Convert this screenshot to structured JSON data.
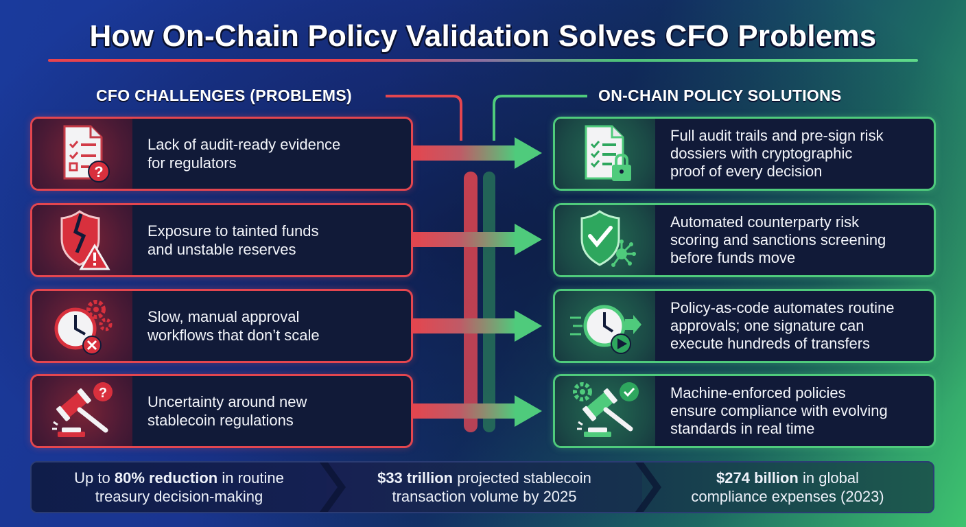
{
  "title": "How On-Chain Policy Validation Solves CFO Problems",
  "left_heading": "CFO CHALLENGES (PROBLEMS)",
  "right_heading": "ON-CHAIN POLICY SOLUTIONS",
  "problems": [
    {
      "icon": "checklist-question-icon",
      "line1": "Lack of audit-ready evidence",
      "line2": "for regulators"
    },
    {
      "icon": "broken-shield-warning-icon",
      "line1": "Exposure to tainted funds",
      "line2": "and unstable reserves"
    },
    {
      "icon": "clock-gears-x-icon",
      "line1": "Slow, manual approval",
      "line2": "workflows that don’t scale"
    },
    {
      "icon": "gavel-question-icon",
      "line1": "Uncertainty around new",
      "line2": "stablecoin regulations"
    }
  ],
  "solutions": [
    {
      "icon": "checklist-lock-icon",
      "line1": "Full audit trails and pre-sign risk",
      "line2": "dossiers with cryptographic",
      "line3": "proof of every decision"
    },
    {
      "icon": "shield-check-network-icon",
      "line1": "Automated counterparty risk",
      "line2": "scoring and sanctions screening",
      "line3": "before funds move"
    },
    {
      "icon": "fast-clock-play-icon",
      "line1": "Policy-as-code automates routine",
      "line2": "approvals; one signature can",
      "line3": "execute hundreds of transfers"
    },
    {
      "icon": "gear-gavel-check-icon",
      "line1": "Machine-enforced policies",
      "line2": "ensure compliance with evolving",
      "line3": "standards in real time"
    }
  ],
  "stats": [
    {
      "pre": "Up to ",
      "bold": "80% reduction",
      "post": " in routine",
      "line2": "treasury decision-making"
    },
    {
      "pre": "",
      "bold": "$33 trillion",
      "post": " projected stablecoin",
      "line2": "transaction volume by 2025"
    },
    {
      "pre": "",
      "bold": "$274 billion",
      "post": " in global",
      "line2": "compliance expenses (2023)"
    }
  ],
  "colors": {
    "problem": "#e4464f",
    "solution": "#4fcb7c",
    "card_bg": "#111a38"
  }
}
